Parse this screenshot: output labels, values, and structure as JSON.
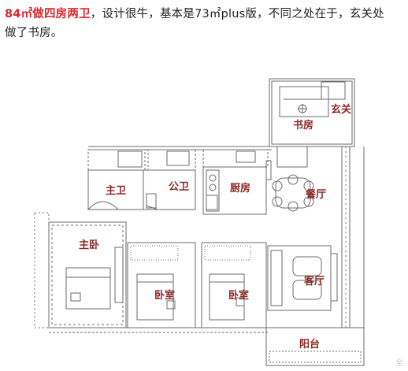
{
  "intro": {
    "highlight": "84㎡做四房两卫",
    "rest_line1": "，设计很牛，基本是73㎡plus版，不同之处在于，玄关处",
    "line2": "做了书房。"
  },
  "rooms": {
    "shufang": "书房",
    "xuanguan": "玄关",
    "zhuwei": "主卫",
    "gongwei": "公卫",
    "chufang": "厨房",
    "canting": "餐厅",
    "zhuwo": "主卧",
    "woshi1": "卧室",
    "woshi2": "卧室",
    "keting": "客厅",
    "yangtai": "阳台"
  },
  "watermark": "全",
  "colors": {
    "highlight": "#d8282f",
    "label": "#8f2a2a",
    "wall": "#6b6b6b"
  }
}
